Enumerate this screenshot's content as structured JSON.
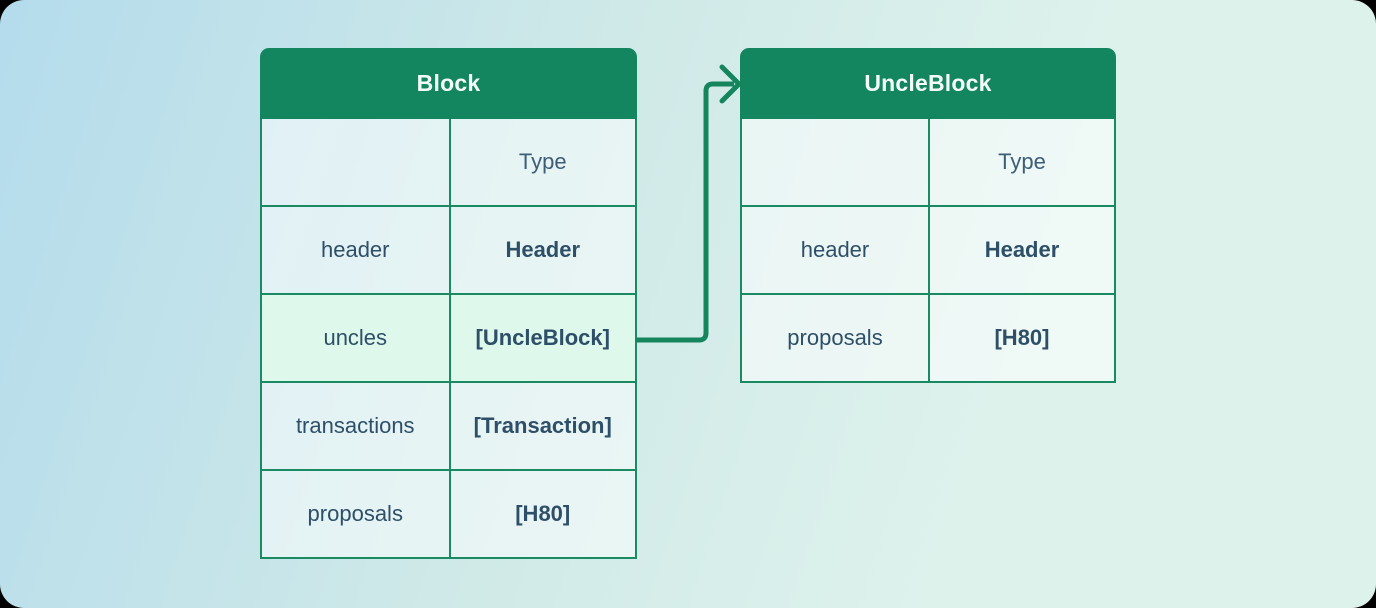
{
  "diagram": {
    "tables": [
      {
        "title": "Block",
        "columns": {
          "name_header": "",
          "type_header": "Type"
        },
        "fields": [
          {
            "name": "header",
            "type": "Header"
          },
          {
            "name": "uncles",
            "type": "[UncleBlock]",
            "highlighted": true
          },
          {
            "name": "transactions",
            "type": "[Transaction]"
          },
          {
            "name": "proposals",
            "type": "[H80]"
          }
        ]
      },
      {
        "title": "UncleBlock",
        "columns": {
          "name_header": "",
          "type_header": "Type"
        },
        "fields": [
          {
            "name": "header",
            "type": "Header"
          },
          {
            "name": "proposals",
            "type": "[H80]"
          }
        ]
      }
    ],
    "relation": {
      "from_table": "Block",
      "from_field": "uncles",
      "to_table": "UncleBlock"
    }
  },
  "colors": {
    "outer_bg": "#000000",
    "grad_start": "#b4dcec",
    "grad_mid": "#cfe9e8",
    "grad_end": "#def2ec",
    "header_bg": "#13865f",
    "border": "#1a8a63",
    "arrow": "#15855e",
    "title_text": "#f4fbf8",
    "text": "#2e4f68",
    "text_soft": "#3e5e77",
    "highlight": "#dff8ec"
  }
}
